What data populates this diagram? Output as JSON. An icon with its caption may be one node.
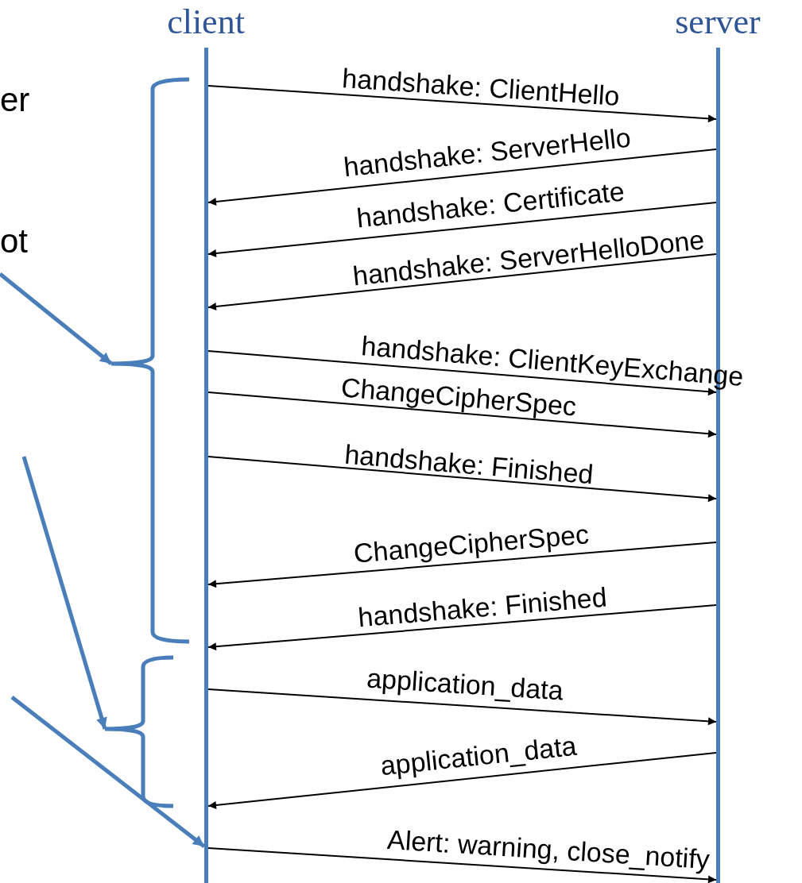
{
  "diagram": {
    "nodes": [
      {
        "text": [
          "client"
        ]
      },
      {
        "text": [
          "server"
        ]
      },
      {
        "text": [],
        "shape": "bracket"
      },
      {
        "text": [],
        "shape": "bracket"
      }
    ],
    "edges": [
      {
        "from": 0,
        "to": 1,
        "arrow": "to",
        "label": "handshake: ClientHello"
      },
      {
        "from": 1,
        "to": 0,
        "arrow": "to",
        "label": "handshake: ServerHello"
      },
      {
        "from": 1,
        "to": 0,
        "arrow": "to",
        "label": "handshake: Certificate"
      },
      {
        "from": 1,
        "to": 0,
        "arrow": "to",
        "label": "handshake: ServerHelloDone"
      },
      {
        "from": 0,
        "to": 1,
        "arrow": "to",
        "label": "handshake: ClientKeyExchange"
      },
      {
        "from": 0,
        "to": 1,
        "arrow": "to",
        "label": "ChangeCipherSpec"
      },
      {
        "from": 0,
        "to": 1,
        "arrow": "to",
        "label": "handshake: Finished"
      },
      {
        "from": 1,
        "to": 0,
        "arrow": "to",
        "label": "ChangeCipherSpec"
      },
      {
        "from": 1,
        "to": 0,
        "arrow": "to",
        "label": "handshake: Finished"
      },
      {
        "from": 0,
        "to": 1,
        "arrow": "to",
        "label": "application_data"
      },
      {
        "from": 1,
        "to": 0,
        "arrow": "to",
        "label": "application_data"
      },
      {
        "from": 0,
        "to": 1,
        "arrow": "to",
        "label": "Alert: warning, close_notify"
      },
      {
        "from": null,
        "to": 2,
        "arrow": "to",
        "color": "#4a7ebb",
        "style": "thick"
      },
      {
        "from": null,
        "to": 3,
        "arrow": "to",
        "color": "#4a7ebb",
        "style": "thick"
      },
      {
        "from": null,
        "to": 0,
        "arrow": "to",
        "color": "#4a7ebb",
        "style": "thick"
      }
    ],
    "labels": [
      "er",
      "ot"
    ]
  }
}
